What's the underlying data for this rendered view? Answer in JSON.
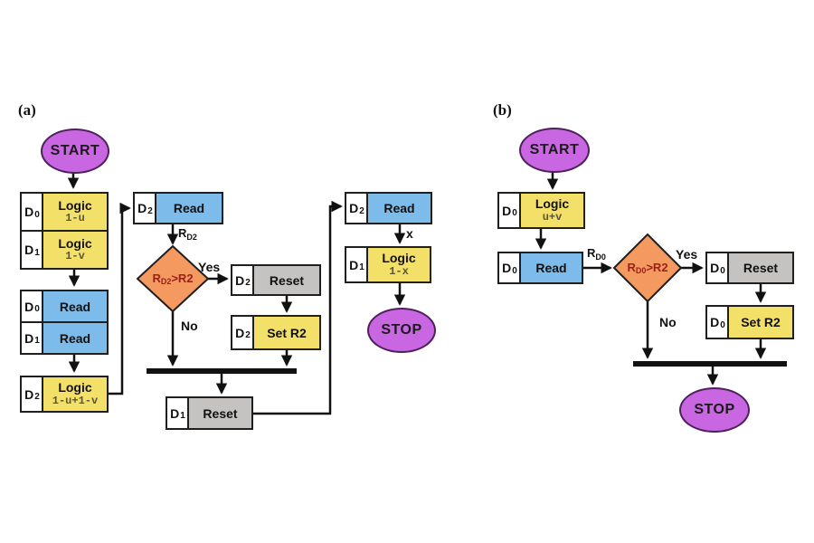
{
  "colors": {
    "terminal_fill": "#c966e2",
    "terminal_border": "#4d2159",
    "logic_fill": "#f3e068",
    "read_fill": "#7dbbeb",
    "reset_fill": "#c4c3c1",
    "decision_fill": "#f49a61",
    "decision_text": "#9c1e18",
    "formula_text": "#5a5438",
    "line_color": "#111111",
    "tag_fill": "#ffffff"
  },
  "panel_a": {
    "label": "(a)",
    "start": "START",
    "stop": "STOP",
    "yes": "Yes",
    "no": "No",
    "stack_logic": {
      "rows": [
        {
          "tag": "D",
          "tag_sub": "0",
          "title": "Logic",
          "formula": "1-u"
        },
        {
          "tag": "D",
          "tag_sub": "1",
          "title": "Logic",
          "formula": "1-v"
        }
      ]
    },
    "stack_read": {
      "rows": [
        {
          "tag": "D",
          "tag_sub": "0",
          "label": "Read"
        },
        {
          "tag": "D",
          "tag_sub": "1",
          "label": "Read"
        }
      ]
    },
    "logic_d2": {
      "tag": "D",
      "tag_sub": "2",
      "title": "Logic",
      "formula": "1-u+1-v"
    },
    "read_d2": {
      "tag": "D",
      "tag_sub": "2",
      "label": "Read"
    },
    "edge_r": {
      "base": "R",
      "sub": "D2"
    },
    "decision": {
      "base": "R",
      "sub": "D2",
      "rest": ">R2"
    },
    "reset_d2": {
      "tag": "D",
      "tag_sub": "2",
      "label": "Reset"
    },
    "set_r2": {
      "tag": "D",
      "tag_sub": "2",
      "label": "Set R2"
    },
    "reset_d1": {
      "tag": "D",
      "tag_sub": "1",
      "label": "Reset"
    },
    "read_d2_out": {
      "tag": "D",
      "tag_sub": "2",
      "label": "Read"
    },
    "edge_x": "x",
    "logic_d1": {
      "tag": "D",
      "tag_sub": "1",
      "title": "Logic",
      "formula": "1-x"
    }
  },
  "panel_b": {
    "label": "(b)",
    "start": "START",
    "stop": "STOP",
    "yes": "Yes",
    "no": "No",
    "logic_d0": {
      "tag": "D",
      "tag_sub": "0",
      "title": "Logic",
      "formula": "u+v"
    },
    "read_d0": {
      "tag": "D",
      "tag_sub": "0",
      "label": "Read"
    },
    "edge_r": {
      "base": "R",
      "sub": "D0"
    },
    "decision": {
      "base": "R",
      "sub": "D0",
      "rest": ">R2"
    },
    "reset_d0": {
      "tag": "D",
      "tag_sub": "0",
      "label": "Reset"
    },
    "set_r2": {
      "tag": "D",
      "tag_sub": "0",
      "label": "Set R2"
    }
  }
}
